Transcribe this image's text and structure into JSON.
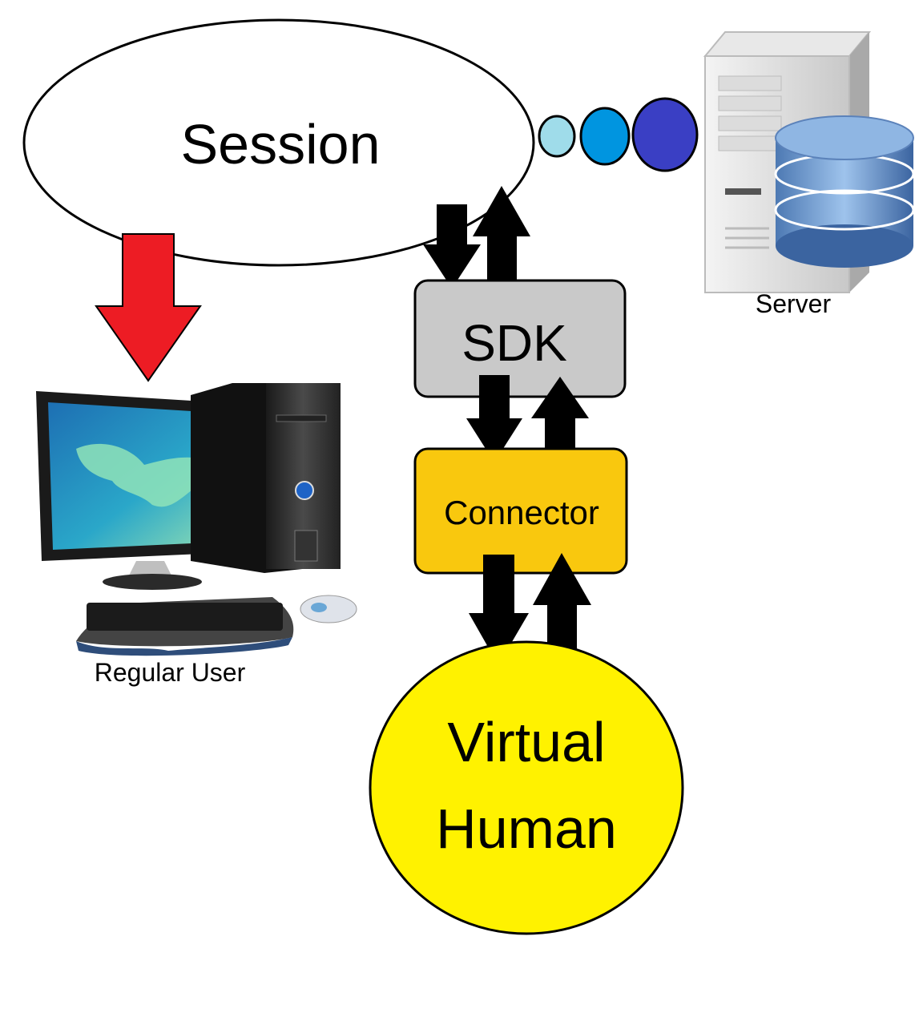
{
  "session": {
    "label": "Session"
  },
  "sdk": {
    "label": "SDK",
    "fill": "#c9c9c9"
  },
  "connector": {
    "label": "Connector",
    "fill": "#f9c80e"
  },
  "virtual_human": {
    "line1": "Virtual",
    "line2": "Human",
    "fill": "#fff200"
  },
  "server": {
    "label": "Server",
    "icon": "server-database-icon"
  },
  "user": {
    "label": "Regular User",
    "icon": "desktop-computer-icon"
  },
  "colors": {
    "arrow_dark": "#000000",
    "arrow_red": "#ed1c24",
    "dot_light": "#9fdcea",
    "dot_mid": "#0095e0",
    "dot_dark": "#3a3fc4"
  }
}
